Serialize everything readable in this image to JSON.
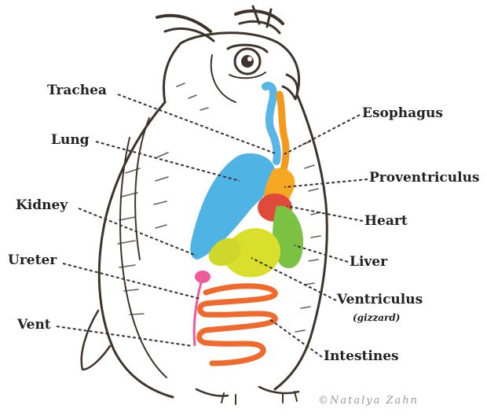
{
  "labels": {
    "trachea": "Trachea",
    "lung": "Lung",
    "kidney": "Kidney",
    "ureter": "Ureter",
    "vent": "Vent",
    "esophagus": "Esophagus",
    "proventriculus": "Proventriculus",
    "heart": "Heart",
    "liver": "Liver",
    "ventriculus": "Ventriculus",
    "gizzard": "(gizzard)",
    "intestines": "Intestines"
  },
  "credit": "©Natalya Zahn",
  "colors": {
    "lung": "#4fb3e3",
    "trachea": "#58b7e6",
    "esophagus": "#f39a1d",
    "proventriculus": "#f7a823",
    "heart": "#e04a3a",
    "liver": "#7cc242",
    "ventriculus": "#d9df2a",
    "intestines": "#f06a2e",
    "vent": "#ee5a9a",
    "outline": "#3e342c",
    "leader": "#333333"
  }
}
